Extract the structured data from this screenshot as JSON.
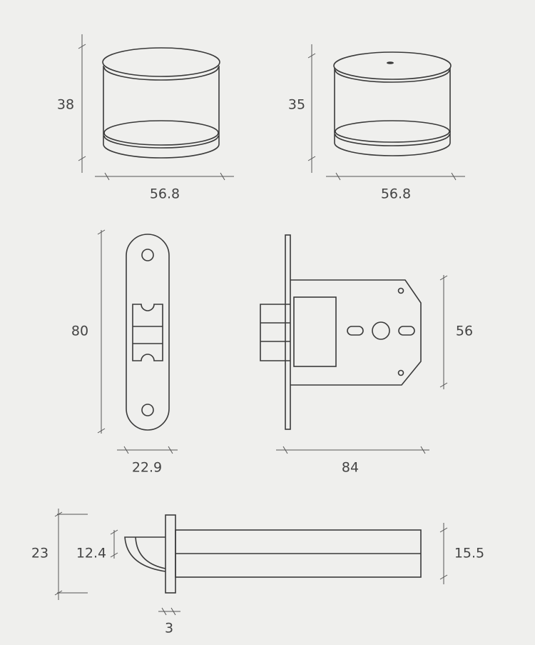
{
  "dimensions": {
    "knob_left_height": "38",
    "knob_left_width": "56.8",
    "knob_right_height": "35",
    "knob_right_width": "56.8",
    "strike_plate_height": "80",
    "strike_plate_width": "22.9",
    "lock_body_height": "56",
    "lock_body_width": "84",
    "latch_plate_height": "23",
    "latch_head_height": "12.4",
    "latch_bar_height": "15.5",
    "latch_plate_thickness": "3"
  }
}
